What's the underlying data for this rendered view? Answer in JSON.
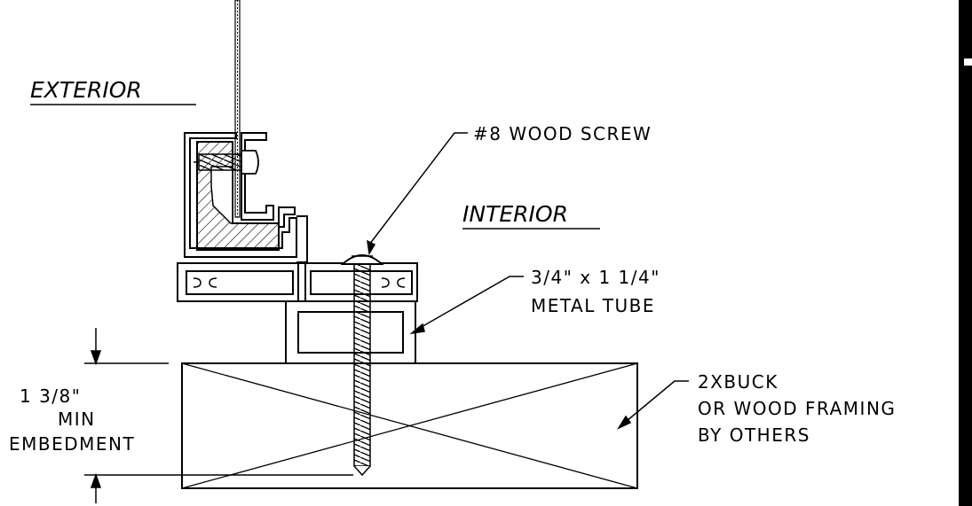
{
  "labels": {
    "exterior": "EXTERIOR",
    "interior": "INTERIOR",
    "screw": "#8 WOOD SCREW",
    "tube_size": "3/4\" x 1 1/4\"",
    "tube_name": "METAL TUBE",
    "buck_line1": "2XBUCK",
    "buck_line2": "OR WOOD FRAMING",
    "buck_line3": "BY OTHERS",
    "embed_dim": "1 3/8\"",
    "embed_min": "MIN",
    "embed_word": "EMBEDMENT"
  },
  "colors": {
    "line": "#000000",
    "background": "#ffffff"
  }
}
